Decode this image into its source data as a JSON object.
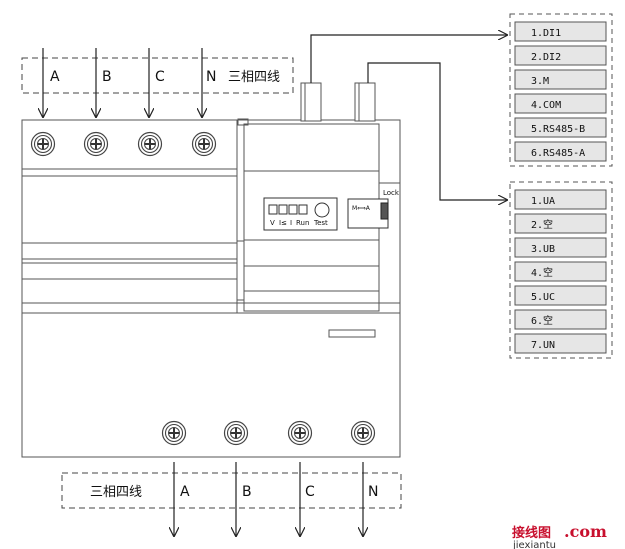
{
  "top_bus": {
    "phases": [
      "A",
      "B",
      "C",
      "N"
    ],
    "system_label": "三相四线"
  },
  "bottom_bus": {
    "phases": [
      "A",
      "B",
      "C",
      "N"
    ],
    "system_label": "三相四线"
  },
  "module": {
    "indicators": [
      "V",
      "I≤",
      "I",
      "Run"
    ],
    "test_label": "Test",
    "lock_label": "Lock",
    "switch_label": "M⟺A"
  },
  "comm_terminals": [
    "1.DI1",
    "2.DI2",
    "3.M",
    "4.COM",
    "5.RS485-B",
    "6.RS485-A"
  ],
  "voltage_terminals": [
    "1.UA",
    "2.空",
    "3.UB",
    "4.空",
    "5.UC",
    "6.空",
    "7.UN"
  ],
  "watermark": {
    "brand": "接线图",
    "domain": ".com",
    "sub": "jiexiantu"
  }
}
